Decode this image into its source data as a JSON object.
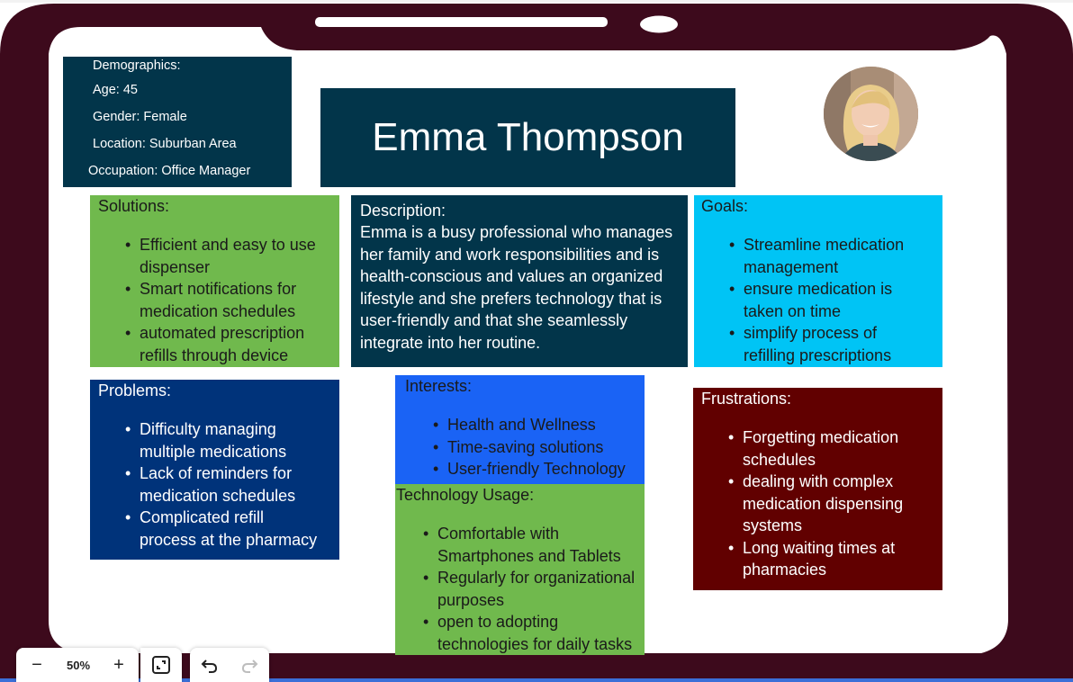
{
  "persona": {
    "name": "Emma Thompson",
    "demographics": {
      "heading": "Demographics:",
      "lines": [
        "Age: 45",
        "Gender: Female",
        "Location: Suburban Area",
        "Occupation: Office Manager"
      ]
    },
    "solutions": {
      "heading": "Solutions:",
      "items": [
        [
          "Efficient and easy to use",
          "dispenser"
        ],
        [
          "Smart notifications for",
          "medication schedules"
        ],
        [
          "automated prescription",
          "refills through device"
        ]
      ]
    },
    "description": {
      "heading": "Description:",
      "lines": [
        "Emma is a busy professional who manages",
        "her family and work responsibilities and is",
        "health-conscious and values an organized",
        "lifestyle and she prefers technology that is",
        "user-friendly and that she seamlessly",
        "integrate into her routine."
      ]
    },
    "goals": {
      "heading": "Goals:",
      "items": [
        [
          "Streamline medication",
          "management"
        ],
        [
          "ensure medication is",
          "taken on time"
        ],
        [
          "simplify process of",
          "refilling prescriptions"
        ]
      ]
    },
    "problems": {
      "heading": "Problems:",
      "items": [
        [
          "Difficulty managing",
          "multiple medications"
        ],
        [
          "Lack of reminders for",
          "medication schedules"
        ],
        [
          "Complicated refill",
          "process at the pharmacy"
        ]
      ]
    },
    "interests": {
      "heading": "Interests:",
      "items": [
        [
          "Health and Wellness"
        ],
        [
          "Time-saving solutions"
        ],
        [
          "User-friendly Technology"
        ]
      ]
    },
    "technology": {
      "heading": "Technology Usage:",
      "items": [
        [
          "Comfortable with",
          "Smartphones and Tablets"
        ],
        [
          "Regularly for organizational",
          "purposes"
        ],
        [
          "open to adopting",
          "technologies for daily tasks"
        ]
      ]
    },
    "frustrations": {
      "heading": "Frustrations:",
      "items": [
        [
          "Forgetting medication",
          "schedules"
        ],
        [
          "dealing with complex",
          "medication dispensing",
          "systems"
        ],
        [
          "Long waiting times at",
          "pharmacies"
        ]
      ]
    }
  },
  "toolbar": {
    "zoom_out": "−",
    "zoom_level": "50%",
    "zoom_in": "+",
    "fit_icon": "fit-to-screen-icon",
    "undo_icon": "undo-icon",
    "redo_icon": "redo-icon"
  },
  "colors": {
    "frame": "#3d0a1c",
    "dark_teal": "#02354a",
    "green": "#70b94d",
    "cyan": "#00c4f5",
    "navy": "#00337a",
    "blue": "#1a63f5",
    "maroon": "#610000"
  }
}
